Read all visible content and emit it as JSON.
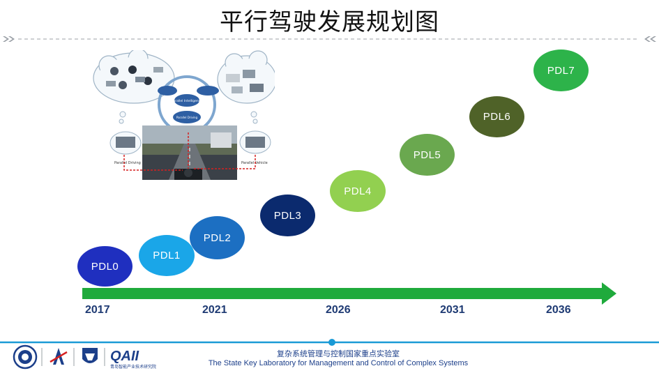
{
  "slide": {
    "title": "平行驾驶发展规划图"
  },
  "figure": {
    "center_title": "Parallel Intelligence",
    "center_subtitle": "Parallel Driving",
    "label_left": "Parallel Driving",
    "label_right": "Parallel Vehicle"
  },
  "milestones": [
    {
      "label": "PDL0",
      "color": "#1f2fbf"
    },
    {
      "label": "PDL1",
      "color": "#1aa6e8"
    },
    {
      "label": "PDL2",
      "color": "#1c6fc2"
    },
    {
      "label": "PDL3",
      "color": "#0b2a6e"
    },
    {
      "label": "PDL4",
      "color": "#92d050"
    },
    {
      "label": "PDL5",
      "color": "#6aa84f"
    },
    {
      "label": "PDL6",
      "color": "#4f6228"
    },
    {
      "label": "PDL7",
      "color": "#2db34a"
    }
  ],
  "timeline": {
    "years": [
      "2017",
      "2021",
      "2026",
      "2031",
      "2036"
    ],
    "arrow_color": "#1faa3c"
  },
  "footer": {
    "lab_name_cn": "复杂系统管理与控制国家重点实验室",
    "lab_name_en": "The State Key Laboratory for Management and Control of Complex Systems",
    "logo_text": "QAII",
    "logo_subtext": "青岛智能产业技术研究院",
    "accent_color": "#1a9ad6"
  }
}
